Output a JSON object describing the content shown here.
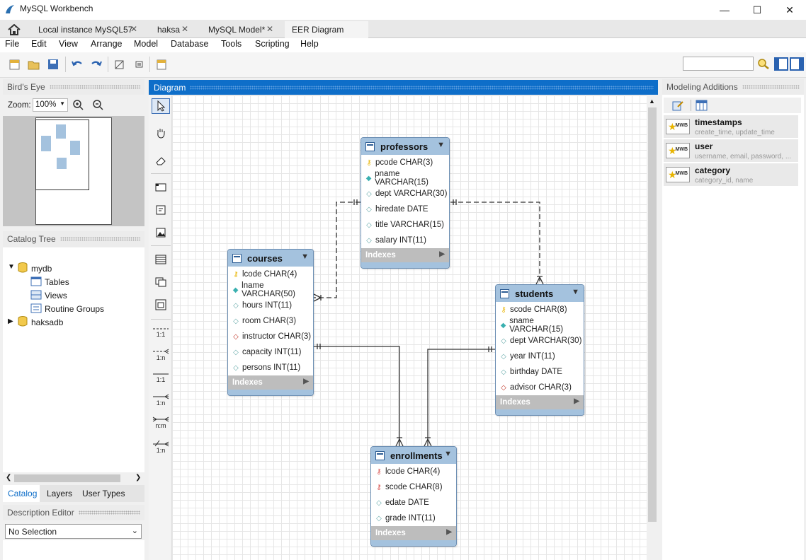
{
  "window": {
    "title": "MySQL Workbench",
    "minimize": "—",
    "maximize": "☐",
    "close": "✕"
  },
  "tabs": [
    {
      "label": "Local instance MySQL57",
      "close": "✕"
    },
    {
      "label": "haksa",
      "close": "✕"
    },
    {
      "label": "MySQL Model*",
      "close": "✕"
    },
    {
      "label": "EER Diagram",
      "close": ""
    }
  ],
  "menu": [
    "File",
    "Edit",
    "View",
    "Arrange",
    "Model",
    "Database",
    "Tools",
    "Scripting",
    "Help"
  ],
  "search": {
    "value": "",
    "placeholder": ""
  },
  "birds_eye": {
    "title": "Bird's Eye",
    "zoom_label": "Zoom:",
    "zoom_value": "100%"
  },
  "catalog": {
    "title": "Catalog Tree",
    "schemas": [
      {
        "name": "mydb",
        "expanded": true,
        "children": [
          "Tables",
          "Views",
          "Routine Groups"
        ]
      },
      {
        "name": "haksadb",
        "expanded": false
      }
    ],
    "tabs": [
      "Catalog",
      "Layers",
      "User Types"
    ]
  },
  "description": {
    "title": "Description Editor",
    "selected": "No Selection"
  },
  "diagram": {
    "title": "Diagram"
  },
  "palette": {
    "r11a": "1:1",
    "r1na": "1:n",
    "r11b": "1:1",
    "r1nb": "1:n",
    "rnm": "n:m",
    "r1nc": "1:n"
  },
  "entities": {
    "professors": {
      "name": "professors",
      "indexes": "Indexes",
      "rows": [
        {
          "label": "pcode CHAR(3)",
          "kind": "pk"
        },
        {
          "label": "pname VARCHAR(15)",
          "kind": "nn"
        },
        {
          "label": "dept VARCHAR(30)",
          "kind": "col"
        },
        {
          "label": "hiredate DATE",
          "kind": "col"
        },
        {
          "label": "title VARCHAR(15)",
          "kind": "col"
        },
        {
          "label": "salary INT(11)",
          "kind": "col"
        }
      ]
    },
    "courses": {
      "name": "courses",
      "indexes": "Indexes",
      "rows": [
        {
          "label": "lcode CHAR(4)",
          "kind": "pk"
        },
        {
          "label": "lname VARCHAR(50)",
          "kind": "nn"
        },
        {
          "label": "hours INT(11)",
          "kind": "col"
        },
        {
          "label": "room CHAR(3)",
          "kind": "col"
        },
        {
          "label": "instructor CHAR(3)",
          "kind": "fk"
        },
        {
          "label": "capacity INT(11)",
          "kind": "col"
        },
        {
          "label": "persons INT(11)",
          "kind": "col"
        }
      ]
    },
    "students": {
      "name": "students",
      "indexes": "Indexes",
      "rows": [
        {
          "label": "scode CHAR(8)",
          "kind": "pk"
        },
        {
          "label": "sname VARCHAR(15)",
          "kind": "nn"
        },
        {
          "label": "dept VARCHAR(30)",
          "kind": "col"
        },
        {
          "label": "year INT(11)",
          "kind": "col"
        },
        {
          "label": "birthday DATE",
          "kind": "col"
        },
        {
          "label": "advisor CHAR(3)",
          "kind": "fk"
        }
      ]
    },
    "enrollments": {
      "name": "enrollments",
      "indexes": "Indexes",
      "rows": [
        {
          "label": "lcode CHAR(4)",
          "kind": "pkfk"
        },
        {
          "label": "scode CHAR(8)",
          "kind": "pkfk"
        },
        {
          "label": "edate DATE",
          "kind": "col"
        },
        {
          "label": "grade INT(11)",
          "kind": "col"
        }
      ]
    }
  },
  "modeling": {
    "title": "Modeling Additions",
    "items": [
      {
        "name": "timestamps",
        "sub": "create_time, update_time",
        "badge": "MWB"
      },
      {
        "name": "user",
        "sub": "username, email, password, ...",
        "badge": "MWB"
      },
      {
        "name": "category",
        "sub": "category_id, name",
        "badge": "MWB"
      }
    ]
  },
  "colors": {
    "accent": "#0e6ec9",
    "entity_header": "#a4c2de",
    "pk_key": "#e8b400",
    "fk_key": "#d9534f"
  }
}
